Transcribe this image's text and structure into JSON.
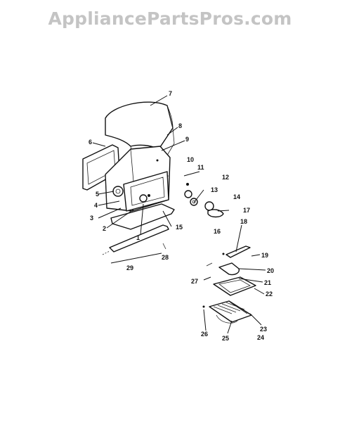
{
  "watermark": "AppliancePartsPros.com",
  "callouts": [
    "1",
    "2",
    "3",
    "4",
    "5",
    "6",
    "7",
    "8",
    "9",
    "10",
    "11",
    "12",
    "13",
    "14",
    "15",
    "16",
    "17",
    "18",
    "19",
    "20",
    "21",
    "22",
    "23",
    "24",
    "25",
    "26",
    "27",
    "28",
    "29"
  ]
}
